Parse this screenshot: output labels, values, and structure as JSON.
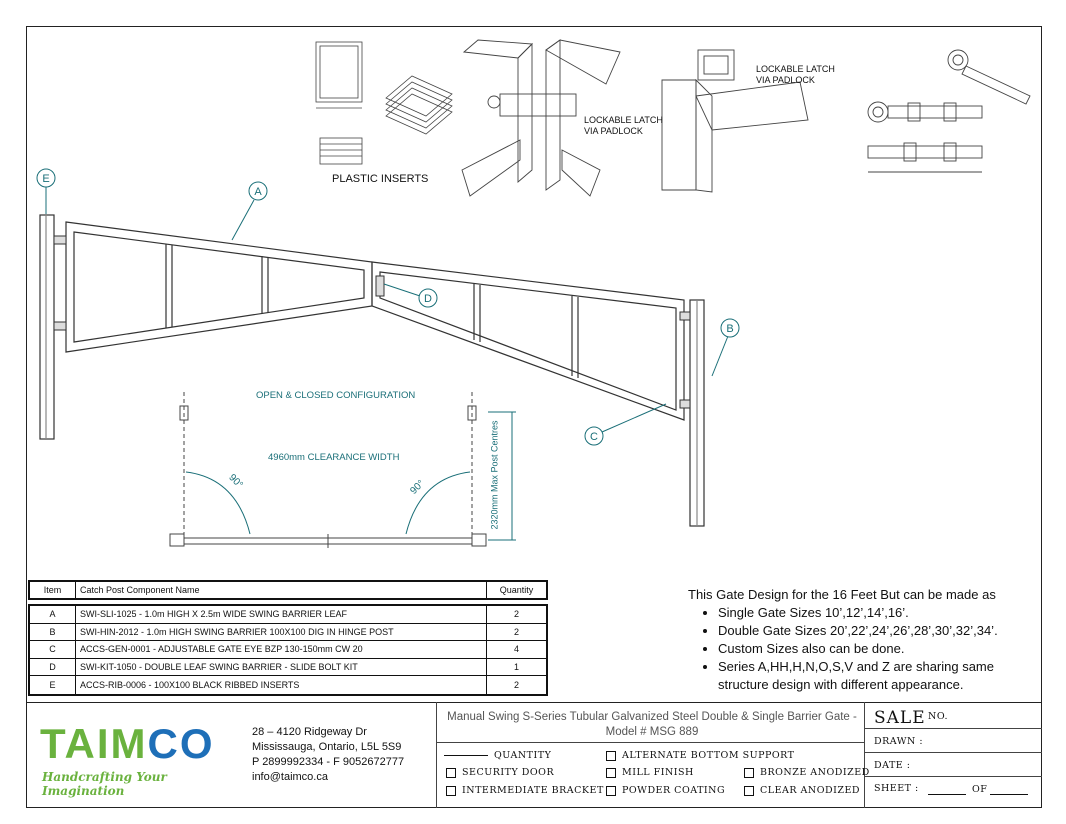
{
  "drawing": {
    "callouts": [
      "E",
      "A",
      "D",
      "B",
      "C"
    ],
    "plastic_inserts_label": "PLASTIC INSERTS",
    "latch_label_1_line1": "LOCKABLE LATCH",
    "latch_label_1_line2": "VIA PADLOCK",
    "latch_label_2_line1": "LOCKABLE LATCH",
    "latch_label_2_line2": "VIA PADLOCK",
    "config_label": "OPEN & CLOSED CONFIGURATION",
    "clearance_label": "4960mm CLEARANCE WIDTH",
    "post_centres_label": "2320mm Max Post Centres",
    "angle_left": "90°",
    "angle_right": "90°"
  },
  "table": {
    "headers": {
      "item": "Item",
      "name": "Catch Post Component Name",
      "qty": "Quantity"
    },
    "rows": [
      {
        "item": "A",
        "name": "SWI-SLI-1025 - 1.0m HIGH X 2.5m WIDE SWING BARRIER LEAF",
        "qty": "2"
      },
      {
        "item": "B",
        "name": "SWI-HIN-2012 - 1.0m HIGH SWING BARRIER 100X100 DIG IN  HINGE POST",
        "qty": "2"
      },
      {
        "item": "C",
        "name": "ACCS-GEN-0001 - ADJUSTABLE GATE EYE BZP 130-150mm CW 20",
        "qty": "4"
      },
      {
        "item": "D",
        "name": "SWI-KIT-1050 - DOUBLE LEAF SWING BARRIER - SLIDE BOLT KIT",
        "qty": "1"
      },
      {
        "item": "E",
        "name": "ACCS-RIB-0006 - 100X100 BLACK RIBBED INSERTS",
        "qty": "2"
      }
    ]
  },
  "notes": {
    "intro": "This Gate Design for the 16 Feet But can be made as",
    "bullets": [
      "Single Gate Sizes 10’,12’,14’,16’.",
      "Double Gate Sizes 20’,22’,24’,26’,28’,30’,32’,34’.",
      "Custom Sizes also can be done.",
      "Series A,HH,H,N,O,S,V and Z are sharing same structure design with different appearance."
    ]
  },
  "company": {
    "logo_text_a": "T",
    "logo_text_b": "AIM",
    "logo_text_c": "CO",
    "tagline": "Handcrafting Your Imagination",
    "address_line1": "28 – 4120 Ridgeway Dr",
    "address_line2": "Mississauga, Ontario, L5L 5S9",
    "phone": "P 2899992334 - F 9052672777",
    "email": "info@taimco.ca",
    "brand_green": "#6ab23e",
    "brand_blue": "#1e6fb8"
  },
  "title_block": {
    "title": "Manual Swing S-Series Tubular Galvanized Steel Double & Single Barrier Gate - Model # MSG 889",
    "quantity_label": "QUANTITY",
    "options": {
      "security_door": "SECURITY DOOR",
      "intermediate_bracket": "INTERMEDIATE BRACKET",
      "alternate_bottom_support": "ALTERNATE BOTTOM SUPPORT",
      "mill_finish": "MILL FINISH",
      "powder_coating": "POWDER COATING",
      "bronze_anodized": "BRONZE ANODIZED",
      "clear_anodized": "CLEAR ANODIZED"
    },
    "sale_label": "SALE",
    "no_label": "NO.",
    "drawn_label": "DRAWN :",
    "date_label": "DATE :",
    "sheet_label": "SHEET :",
    "of_label": "OF"
  }
}
